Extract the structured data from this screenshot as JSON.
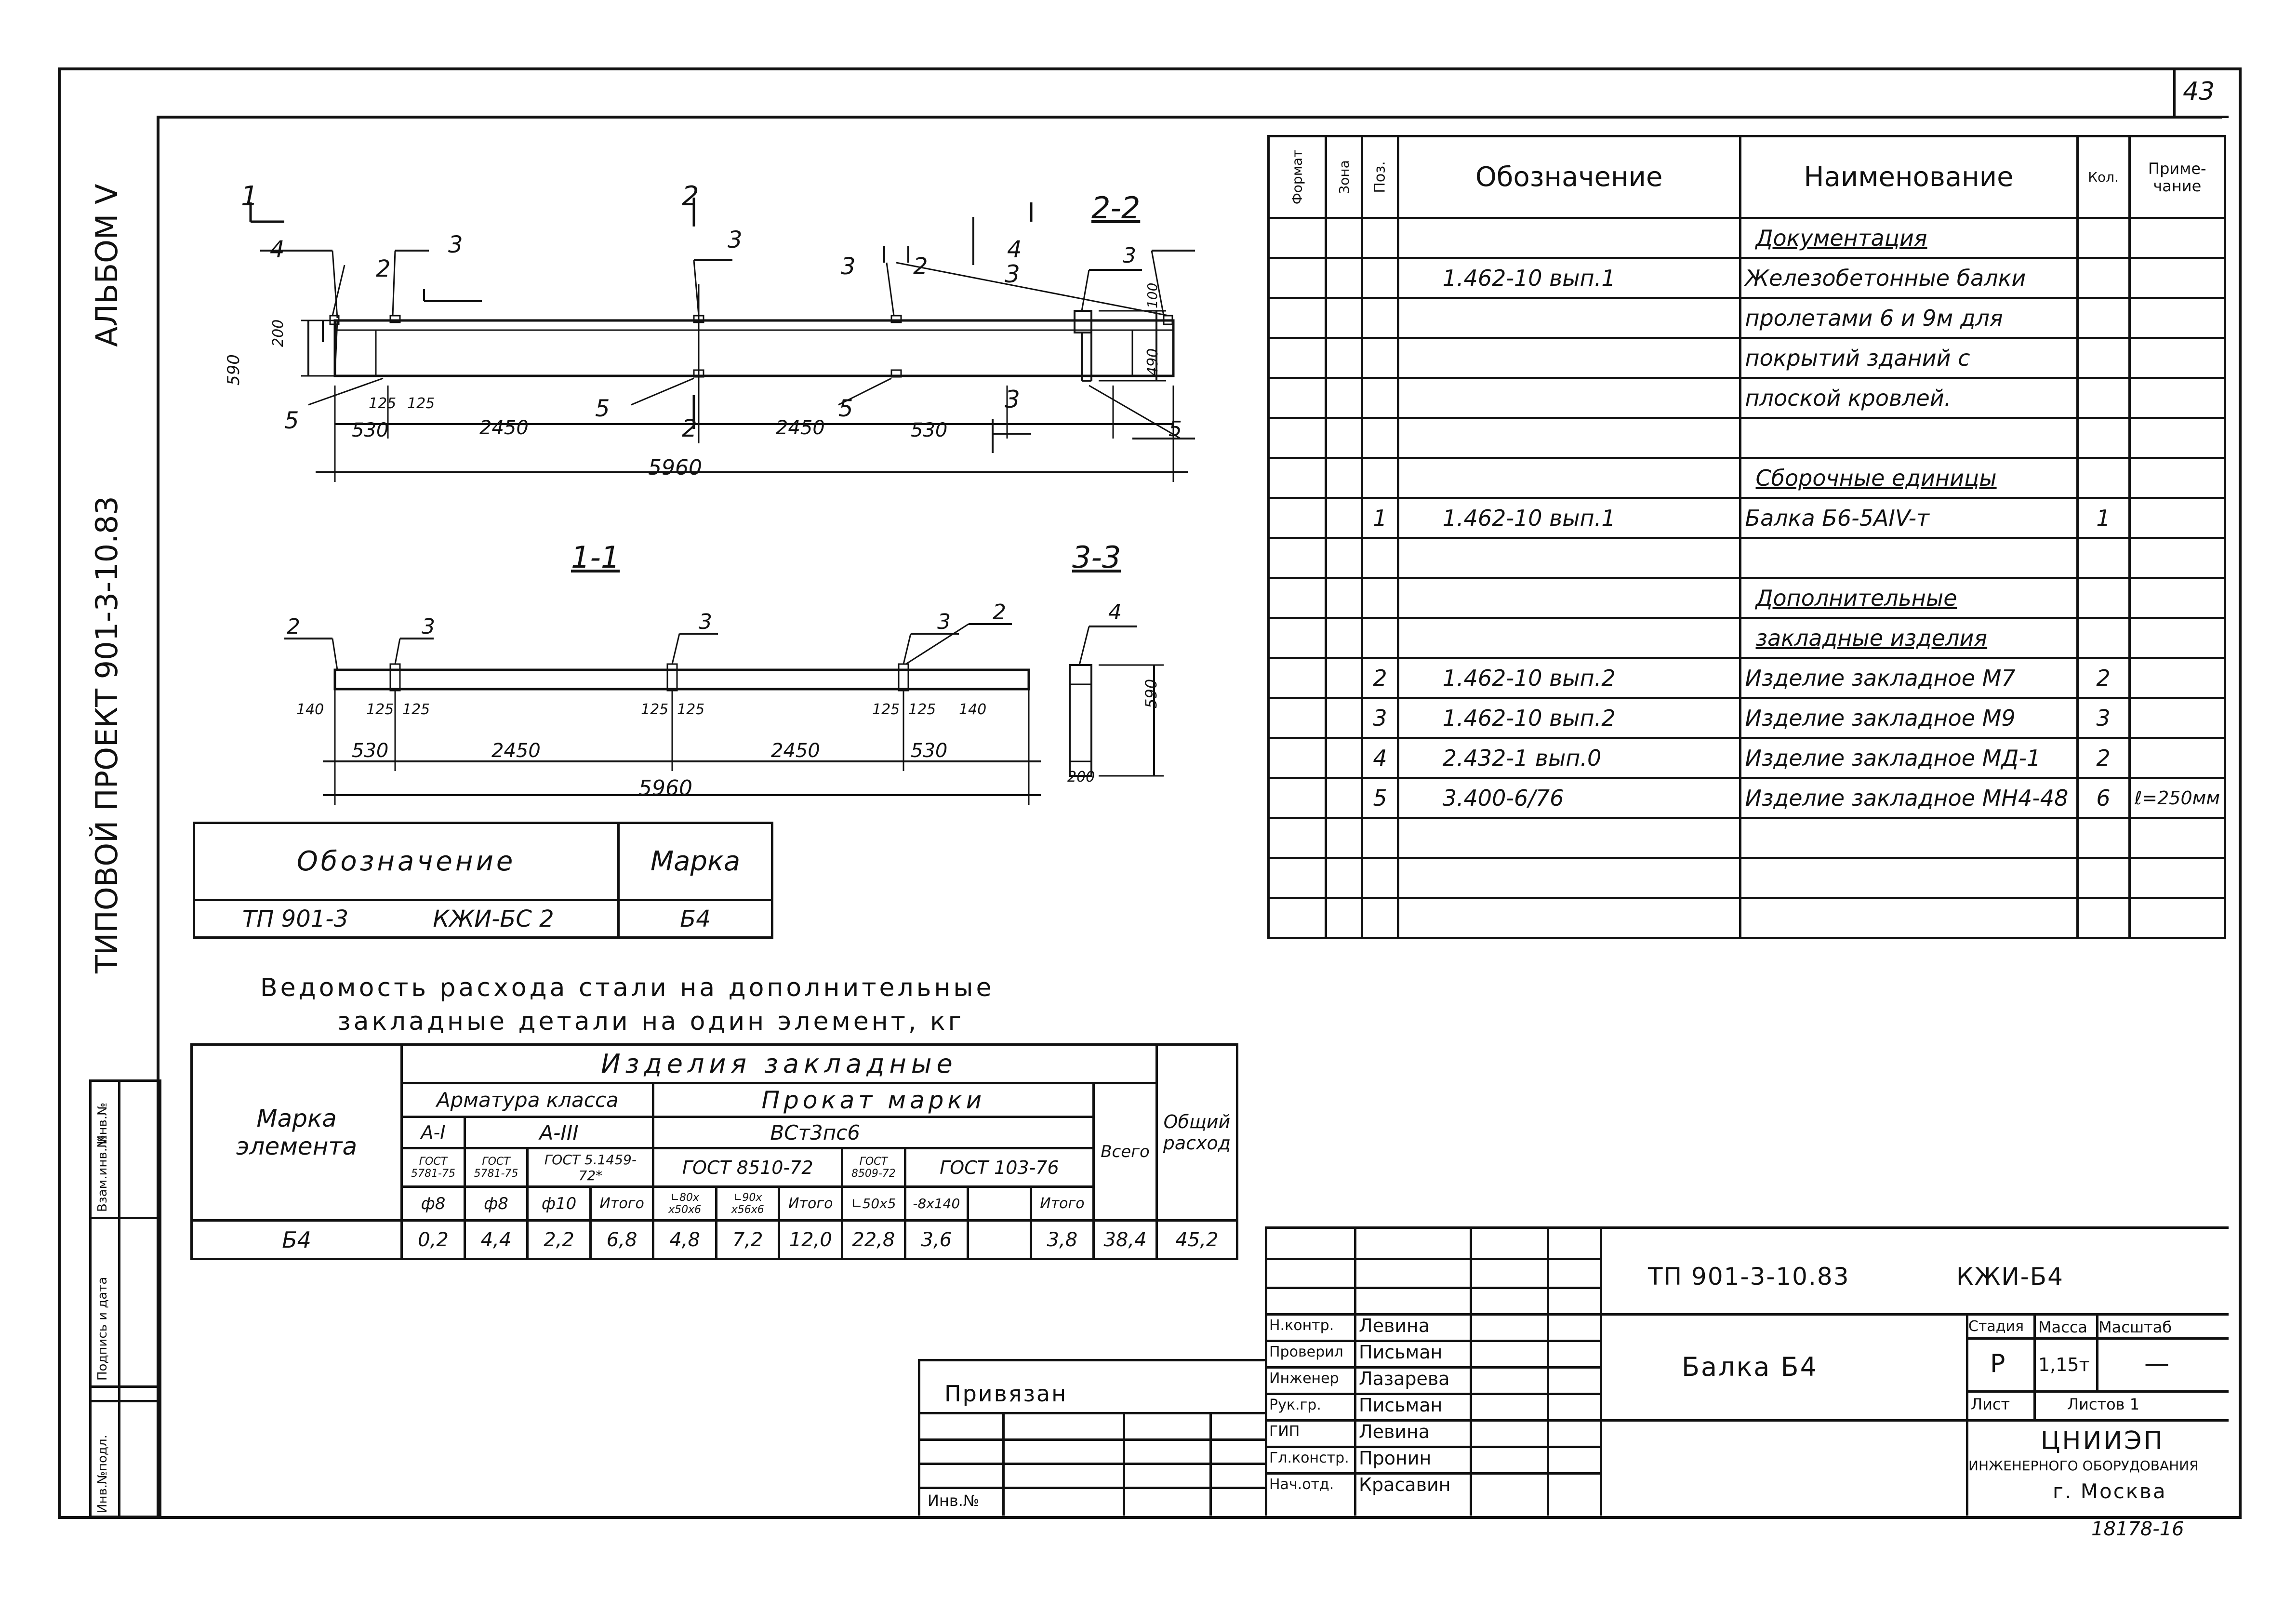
{
  "sheet_number": "43",
  "album": "АЛЬБОМ Ⅴ",
  "project": "ТИПОВОЙ ПРОЕКТ 901-3-10.83",
  "side_stamp": [
    "Инв.№подл.",
    "Подпись и дата",
    "Взам.инв.№",
    "Инв.№"
  ],
  "drawing": {
    "section_labels": {
      "s1_top": "1",
      "s2_top": "2",
      "s2_bottom": "2",
      "s3_top": "3",
      "s3_bottom": "3",
      "section_1_1": "1-1",
      "section_2_2": "2-2",
      "section_3_3": "3-3"
    },
    "callouts": {
      "n2": "2",
      "n3": "3",
      "n4": "4",
      "n5": "5"
    },
    "dims": {
      "d590": "590",
      "d200": "200",
      "d125": "125",
      "d530": "530",
      "d2450": "2450",
      "d5960": "5960",
      "d100": "100",
      "d490": "490",
      "d140": "140"
    }
  },
  "mark_table": {
    "h1": "Обозначение",
    "h2": "Марка",
    "v1a": "ТП 901-3",
    "v1b": "КЖИ-БС 2",
    "v2": "Б4"
  },
  "steel": {
    "title1": "Ведомость расхода стали на дополнительные",
    "title2": "закладные детали на один элемент, кг",
    "h_izd": "Изделия закладные",
    "h_mark": "Марка элемента",
    "h_arm": "Арматура класса",
    "h_prokat": "Прокат марки",
    "h_vst": "ВСт3пс6",
    "h_a1": "А-I",
    "h_a3": "А-III",
    "h_g5781a": "ГОСТ 5781-75",
    "h_g5781b": "ГОСТ 5781-75",
    "h_g5459": "ГОСТ 5.1459-72*",
    "h_g8510": "ГОСТ 8510-72",
    "h_g8509": "ГОСТ 8509-72",
    "h_g103": "ГОСТ 103-76",
    "h_vsego": "Всего",
    "h_obsh": "Общий расход",
    "sub": [
      "ф8",
      "ф8",
      "ф10",
      "Итого",
      "∟80х х50х6",
      "∟90х х56х6",
      "Итого",
      "∟50х5",
      "-8х140",
      "",
      "Итого"
    ],
    "row": {
      "mark": "Б4",
      "vals": [
        "0,2",
        "4,4",
        "2,2",
        "6,8",
        "4,8",
        "7,2",
        "12,0",
        "22,8",
        "3,6",
        "",
        "3,8",
        "38,4",
        "45,2"
      ]
    }
  },
  "spec": {
    "headers": {
      "format": "Формат",
      "zone": "Зона",
      "pos": "Поз.",
      "oboz": "Обозначение",
      "naim": "Наименование",
      "kol": "Кол.",
      "prim": "Приме- чание"
    },
    "rows": [
      {
        "pos": "",
        "oboz": "",
        "naim": "Документация",
        "kol": "",
        "prim": "",
        "u": true
      },
      {
        "pos": "",
        "oboz": "1.462-10 вып.1",
        "naim": "Железобетонные балки",
        "kol": "",
        "prim": ""
      },
      {
        "pos": "",
        "oboz": "",
        "naim": "пролетами 6 и 9м для",
        "kol": "",
        "prim": ""
      },
      {
        "pos": "",
        "oboz": "",
        "naim": "покрытий зданий с",
        "kol": "",
        "prim": ""
      },
      {
        "pos": "",
        "oboz": "",
        "naim": "плоской кровлей.",
        "kol": "",
        "prim": ""
      },
      {
        "pos": "",
        "oboz": "",
        "naim": "",
        "kol": "",
        "prim": ""
      },
      {
        "pos": "",
        "oboz": "",
        "naim": "Сборочные единицы",
        "kol": "",
        "prim": "",
        "u": true
      },
      {
        "pos": "1",
        "oboz": "1.462-10 вып.1",
        "naim": "Балка Б6-5АIV-т",
        "kol": "1",
        "prim": ""
      },
      {
        "pos": "",
        "oboz": "",
        "naim": "",
        "kol": "",
        "prim": ""
      },
      {
        "pos": "",
        "oboz": "",
        "naim": "Дополнительные",
        "kol": "",
        "prim": "",
        "u": true
      },
      {
        "pos": "",
        "oboz": "",
        "naim": "закладные изделия",
        "kol": "",
        "prim": "",
        "u": true
      },
      {
        "pos": "2",
        "oboz": "1.462-10 вып.2",
        "naim": "Изделие закладное М7",
        "kol": "2",
        "prim": ""
      },
      {
        "pos": "3",
        "oboz": "1.462-10 вып.2",
        "naim": "Изделие закладное М9",
        "kol": "3",
        "prim": ""
      },
      {
        "pos": "4",
        "oboz": "2.432-1 вып.0",
        "naim": "Изделие закладное МД-1",
        "kol": "2",
        "prim": ""
      },
      {
        "pos": "5",
        "oboz": "3.400-6/76",
        "naim": "Изделие закладное МН4-48",
        "kol": "6",
        "prim": "ℓ=250мм"
      },
      {
        "pos": "",
        "oboz": "",
        "naim": "",
        "kol": "",
        "prim": ""
      },
      {
        "pos": "",
        "oboz": "",
        "naim": "",
        "kol": "",
        "prim": ""
      },
      {
        "pos": "",
        "oboz": "",
        "naim": "",
        "kol": "",
        "prim": ""
      }
    ]
  },
  "privyazan": {
    "label": "Привязан",
    "inv": "Инв.№"
  },
  "title_block": {
    "code": "ТП 901-3-10.83",
    "doc": "КЖИ-Б4",
    "name": "Балка Б4",
    "roles": [
      "Н.контр.",
      "Проверил",
      "Инженер",
      "Рук.гр.",
      "ГИП",
      "Гл.констр.",
      "Нач.отд."
    ],
    "people": [
      "Левина",
      "Письман",
      "Лазарева",
      "Письман",
      "Левина",
      "Пронин",
      "Красавин"
    ],
    "stage_h": "Стадия",
    "mass_h": "Масса",
    "scale_h": "Масштаб",
    "stage": "Р",
    "mass": "1,15т",
    "scale": "—",
    "sheet": "Лист",
    "sheets": "Листов 1",
    "org1": "ЦНИИЭП",
    "org2": "ИНЖЕНЕРНОГО ОБОРУДОВАНИЯ",
    "org3": "г. Москва"
  },
  "bottom_code": "18178-16"
}
